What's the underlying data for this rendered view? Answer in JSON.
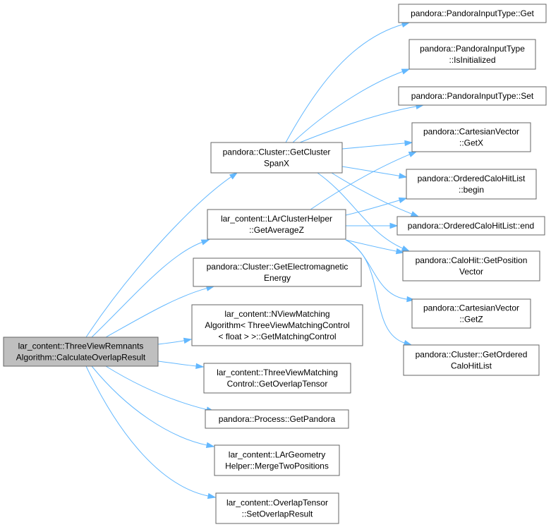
{
  "nodes": {
    "root": [
      "lar_content::ThreeViewRemnants",
      "Algorithm::CalculateOverlapResult"
    ],
    "get_cluster_span_x": [
      "pandora::Cluster::GetCluster",
      "SpanX"
    ],
    "get_average_z": [
      "lar_content::LArClusterHelper",
      "::GetAverageZ"
    ],
    "get_electromagnetic_energy": [
      "pandora::Cluster::GetElectromagnetic",
      "Energy"
    ],
    "get_matching_control": [
      "lar_content::NViewMatching",
      "Algorithm< ThreeViewMatchingControl",
      "< float > >::GetMatchingControl"
    ],
    "get_overlap_tensor": [
      "lar_content::ThreeViewMatching",
      "Control::GetOverlapTensor"
    ],
    "get_pandora": [
      "pandora::Process::GetPandora"
    ],
    "merge_two_positions": [
      "lar_content::LArGeometry",
      "Helper::MergeTwoPositions"
    ],
    "set_overlap_result": [
      "lar_content::OverlapTensor",
      "::SetOverlapResult"
    ],
    "input_get": [
      "pandora::PandoraInputType::Get"
    ],
    "input_is_initialized": [
      "pandora::PandoraInputType",
      "::IsInitialized"
    ],
    "input_set": [
      "pandora::PandoraInputType::Set"
    ],
    "cartesian_get_x": [
      "pandora::CartesianVector",
      "::GetX"
    ],
    "calo_begin": [
      "pandora::OrderedCaloHitList",
      "::begin"
    ],
    "calo_end": [
      "pandora::OrderedCaloHitList::end"
    ],
    "get_position_vector": [
      "pandora::CaloHit::GetPosition",
      "Vector"
    ],
    "cartesian_get_z": [
      "pandora::CartesianVector",
      "::GetZ"
    ],
    "get_ordered_calo_hit_list": [
      "pandora::Cluster::GetOrdered",
      "CaloHitList"
    ]
  },
  "edges": [
    [
      "root",
      "get_cluster_span_x"
    ],
    [
      "root",
      "get_average_z"
    ],
    [
      "root",
      "get_electromagnetic_energy"
    ],
    [
      "root",
      "get_matching_control"
    ],
    [
      "root",
      "get_overlap_tensor"
    ],
    [
      "root",
      "get_pandora"
    ],
    [
      "root",
      "merge_two_positions"
    ],
    [
      "root",
      "set_overlap_result"
    ],
    [
      "get_cluster_span_x",
      "input_get"
    ],
    [
      "get_cluster_span_x",
      "input_is_initialized"
    ],
    [
      "get_cluster_span_x",
      "input_set"
    ],
    [
      "get_cluster_span_x",
      "cartesian_get_x"
    ],
    [
      "get_cluster_span_x",
      "calo_begin"
    ],
    [
      "get_cluster_span_x",
      "calo_end"
    ],
    [
      "get_cluster_span_x",
      "get_position_vector"
    ],
    [
      "get_average_z",
      "cartesian_get_x"
    ],
    [
      "get_average_z",
      "calo_begin"
    ],
    [
      "get_average_z",
      "calo_end"
    ],
    [
      "get_average_z",
      "get_position_vector"
    ],
    [
      "get_average_z",
      "cartesian_get_z"
    ],
    [
      "get_average_z",
      "get_ordered_calo_hit_list"
    ]
  ],
  "colors": {
    "edge": "#63b8ff",
    "root_fill": "#bfbfbf",
    "node_fill": "#ffffff",
    "border": "#666666"
  }
}
